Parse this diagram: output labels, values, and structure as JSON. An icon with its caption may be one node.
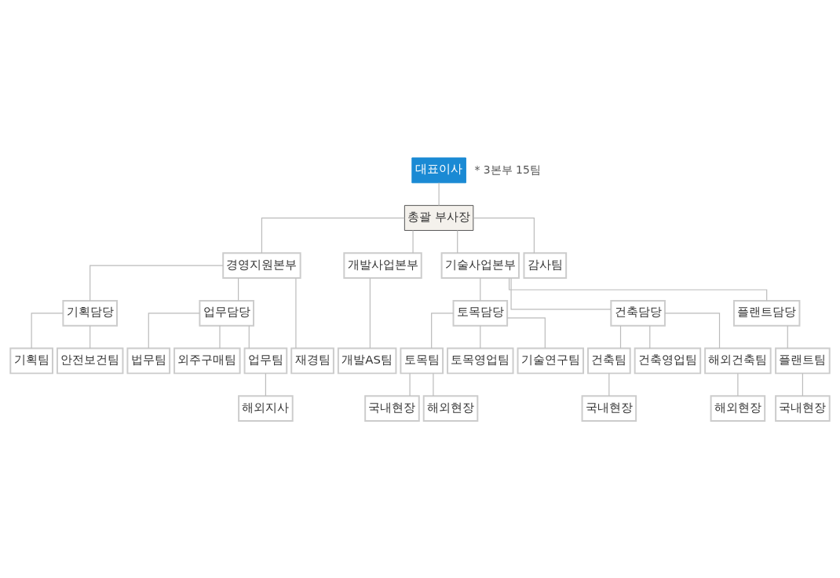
{
  "diagram": {
    "nodes": [
      {
        "text": [
          "대표이사"
        ]
      },
      {
        "text": [
          "총괄 부사장"
        ]
      },
      {
        "text": [
          "경영지원본부"
        ]
      },
      {
        "text": [
          "개발사업본부"
        ]
      },
      {
        "text": [
          "기술사업본부"
        ]
      },
      {
        "text": [
          "감사팀"
        ]
      },
      {
        "text": [
          "기획담당"
        ]
      },
      {
        "text": [
          "업무담당"
        ]
      },
      {
        "text": [
          "토목담당"
        ]
      },
      {
        "text": [
          "건축담당"
        ]
      },
      {
        "text": [
          "플랜트담당"
        ]
      },
      {
        "text": [
          "기획팀"
        ]
      },
      {
        "text": [
          "안전보건팀"
        ]
      },
      {
        "text": [
          "재경팀"
        ]
      },
      {
        "text": [
          "법무팀"
        ]
      },
      {
        "text": [
          "외주구매팀"
        ]
      },
      {
        "text": [
          "업무팀"
        ]
      },
      {
        "text": [
          "개발AS팀"
        ]
      },
      {
        "text": [
          "토목팀"
        ]
      },
      {
        "text": [
          "토목영업팀"
        ]
      },
      {
        "text": [
          "기술연구팀"
        ]
      },
      {
        "text": [
          "건축팀"
        ]
      },
      {
        "text": [
          "건축영업팀"
        ]
      },
      {
        "text": [
          "해외건축팀"
        ]
      },
      {
        "text": [
          "플랜트팀"
        ]
      },
      {
        "text": [
          "해외지사"
        ]
      },
      {
        "text": [
          "국내현장"
        ]
      },
      {
        "text": [
          "해외현장"
        ]
      },
      {
        "text": [
          "국내현장"
        ]
      },
      {
        "text": [
          "해외현장"
        ]
      },
      {
        "text": [
          "국내현장"
        ]
      }
    ],
    "edges": [
      {
        "from": 0,
        "to": 1,
        "arrow": "none"
      },
      {
        "from": 1,
        "to": 2,
        "arrow": "none"
      },
      {
        "from": 1,
        "to": 3,
        "arrow": "none"
      },
      {
        "from": 1,
        "to": 4,
        "arrow": "none"
      },
      {
        "from": 1,
        "to": 5,
        "arrow": "none"
      },
      {
        "from": 2,
        "to": 6,
        "arrow": "none"
      },
      {
        "from": 2,
        "to": 13,
        "arrow": "none"
      },
      {
        "from": 2,
        "to": 7,
        "arrow": "none"
      },
      {
        "from": 3,
        "to": 17,
        "arrow": "none"
      },
      {
        "from": 4,
        "to": 8,
        "arrow": "none"
      },
      {
        "from": 4,
        "to": 9,
        "arrow": "none"
      },
      {
        "from": 4,
        "to": 10,
        "arrow": "none"
      },
      {
        "from": 6,
        "to": 11,
        "arrow": "none"
      },
      {
        "from": 6,
        "to": 12,
        "arrow": "none"
      },
      {
        "from": 7,
        "to": 14,
        "arrow": "none"
      },
      {
        "from": 7,
        "to": 15,
        "arrow": "none"
      },
      {
        "from": 7,
        "to": 16,
        "arrow": "none"
      },
      {
        "from": 8,
        "to": 18,
        "arrow": "none"
      },
      {
        "from": 8,
        "to": 19,
        "arrow": "none"
      },
      {
        "from": 8,
        "to": 20,
        "arrow": "none"
      },
      {
        "from": 9,
        "to": 21,
        "arrow": "none"
      },
      {
        "from": 9,
        "to": 22,
        "arrow": "none"
      },
      {
        "from": 9,
        "to": 23,
        "arrow": "none"
      },
      {
        "from": 10,
        "to": 24,
        "arrow": "none"
      },
      {
        "from": 16,
        "to": 25,
        "arrow": "none"
      },
      {
        "from": 18,
        "to": 26,
        "arrow": "none"
      },
      {
        "from": 18,
        "to": 27,
        "arrow": "none"
      },
      {
        "from": 21,
        "to": 28,
        "arrow": "none"
      },
      {
        "from": 23,
        "to": 29,
        "arrow": "none"
      },
      {
        "from": 24,
        "to": 30,
        "arrow": "none"
      }
    ],
    "labels": [
      "* 3본부 15팀"
    ]
  }
}
